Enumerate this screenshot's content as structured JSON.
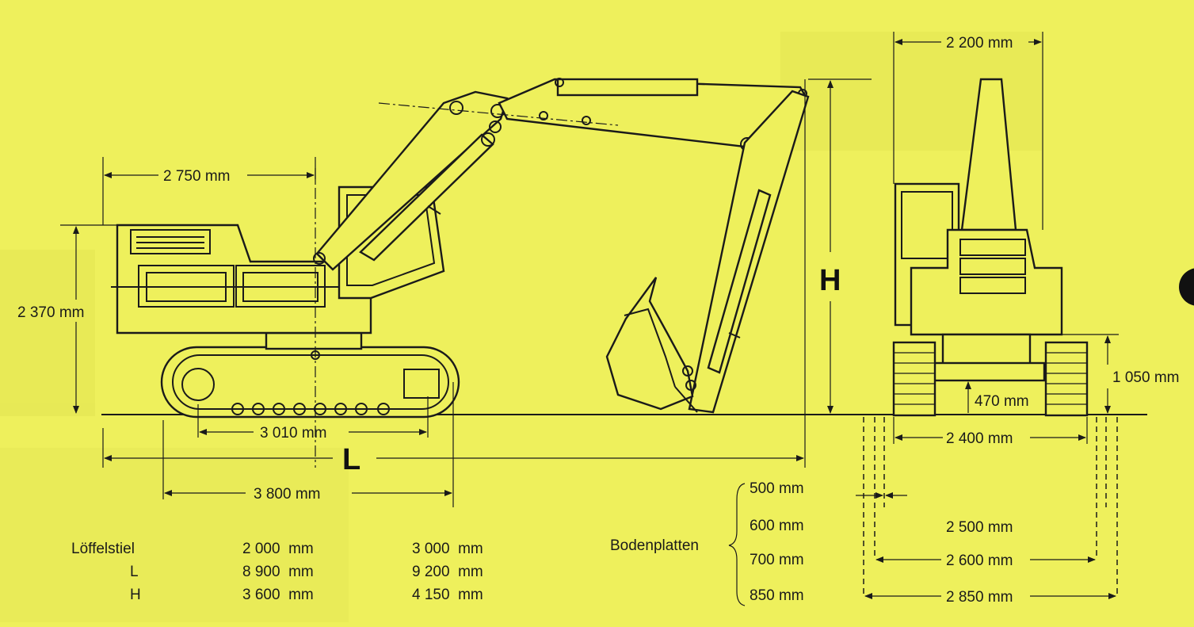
{
  "dimensions": {
    "tail_radius": "2 750 mm",
    "overall_height_cab": "2 370 mm",
    "track_centers": "3 010 mm",
    "track_length": "3 800 mm",
    "length_symbol": "L",
    "height_symbol": "H",
    "top_width": "2 200 mm",
    "ground_clearance_body": "1 050 mm",
    "ground_clearance_under": "470 mm",
    "track_gauge": "2 400 mm",
    "width_500": "2 500 mm",
    "width_600": "2 600 mm",
    "width_850": "2 850 mm"
  },
  "bodenplatten": {
    "label": "Bodenplatten",
    "sizes": [
      "500 mm",
      "600 mm",
      "700 mm",
      "850 mm"
    ]
  },
  "table": {
    "rows": [
      {
        "label": "Löffelstiel",
        "a": "2 000  mm",
        "b": "3 000  mm"
      },
      {
        "label": "L",
        "a": "8 900  mm",
        "b": "9 200  mm"
      },
      {
        "label": "H",
        "a": "3 600  mm",
        "b": "4 150  mm"
      }
    ]
  },
  "colors": {
    "background": "#eef05c",
    "ink": "#1a1a1a"
  }
}
